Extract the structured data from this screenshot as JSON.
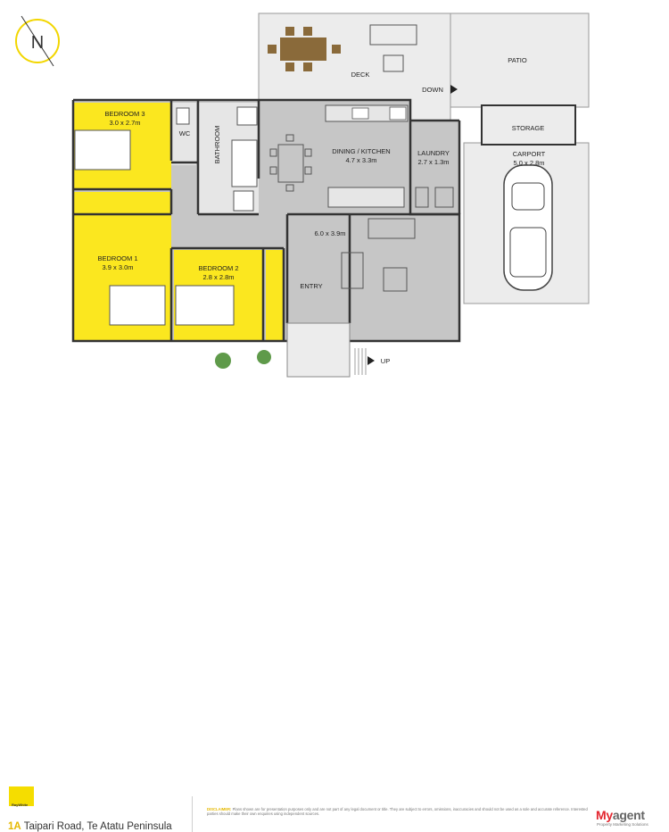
{
  "compass": {
    "letter": "N"
  },
  "rooms": {
    "bedroom3": {
      "name": "BEDROOM 3",
      "size": "3.0 x 2.7m"
    },
    "wc": {
      "name": "WC"
    },
    "bathroom": {
      "name": "BATHROOM"
    },
    "dining_kitchen": {
      "name": "DINING / KITCHEN",
      "size": "4.7 x 3.3m"
    },
    "laundry": {
      "name": "LAUNDRY",
      "size": "2.7 x 1.3m"
    },
    "living": {
      "size": "6.0 x 3.9m"
    },
    "bedroom1": {
      "name": "BEDROOM 1",
      "size": "3.9 x 3.0m"
    },
    "bedroom2": {
      "name": "BEDROOM 2",
      "size": "2.8 x 2.8m"
    },
    "entry": {
      "name": "ENTRY"
    },
    "deck": {
      "name": "DECK"
    },
    "patio": {
      "name": "PATIO"
    },
    "storage": {
      "name": "STORAGE"
    },
    "carport": {
      "name": "CARPORT",
      "size": "5.0 x 2.8m"
    }
  },
  "stairs": {
    "down": "DOWN",
    "up": "UP"
  },
  "colors": {
    "bedroom": "#fbe71f",
    "interior": "#c6c6c6",
    "outdoor": "#ececec",
    "wall": "#333333"
  },
  "footer": {
    "brand": "RayWhite",
    "address_number": "1A",
    "address_rest": " Taipari Road, Te Atatu Peninsula",
    "disclaimer_title": "DISCLAIMER:",
    "disclaimer_text": " Plans shown are for presentation purposes only and are not part of any legal document or title. They are subject to errors, omissions, inaccuracies and should not be used as a sole and accurate reference. Interested parties should make their own enquiries using independent sources.",
    "logo_my": "My",
    "logo_agent": "agent",
    "logo_tagline": "Property Marketing Solutions"
  }
}
